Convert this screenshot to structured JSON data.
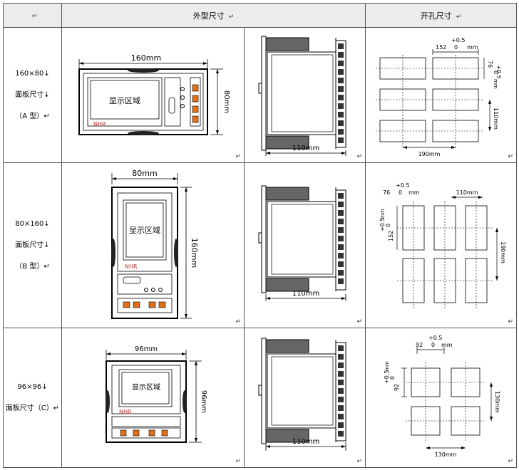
{
  "header": {
    "corner_mark": "↵",
    "col_outline": "外型尺寸",
    "col_cutout": "开孔尺寸",
    "outline_mark": "↵",
    "cutout_mark": "↵"
  },
  "rows": [
    {
      "label": [
        "160×80↓",
        "面板尺寸↓",
        "（A 型）↵"
      ],
      "front": {
        "width": "160mm",
        "height": "80mm",
        "display": "显示区域",
        "logo": "NHR"
      },
      "side": {
        "depth": "110mm"
      },
      "cutout": {
        "hole_w": "152",
        "hole_h": "76",
        "tol_plus": "+0.5",
        "tol_zero": "0",
        "unit": "mm",
        "pitch_x": "190mm",
        "pitch_y": "110mm"
      }
    },
    {
      "label": [
        "80×160↓",
        "面板尺寸↓",
        "（B 型）↵"
      ],
      "front": {
        "width": "80mm",
        "height": "160mm",
        "display": "显示区域",
        "logo": "NHR"
      },
      "side": {
        "depth": "110mm"
      },
      "cutout": {
        "hole_w": "76",
        "hole_h": "152",
        "tol_plus": "+0.5",
        "tol_zero": "0",
        "unit": "mm",
        "pitch_x": "110mm",
        "pitch_y": "190mm"
      }
    },
    {
      "label": [
        "96×96↓",
        "面板尺寸（C）↵"
      ],
      "front": {
        "width": "96mm",
        "height": "96mm",
        "display": "显示区域",
        "logo": "NHR"
      },
      "side": {
        "depth": "110mm"
      },
      "cutout": {
        "hole_w": "92",
        "hole_h": "92",
        "tol_plus": "+0.5",
        "tol_zero": "0",
        "unit": "mm",
        "pitch_x": "130mm",
        "pitch_y": "130mm"
      }
    }
  ],
  "cell_mark": "↵",
  "colors": {
    "border": "#555555",
    "header_bg": "#ececec",
    "drawing": "#000000",
    "key_orange": "#e0701a",
    "hatch_gray": "#707070"
  }
}
